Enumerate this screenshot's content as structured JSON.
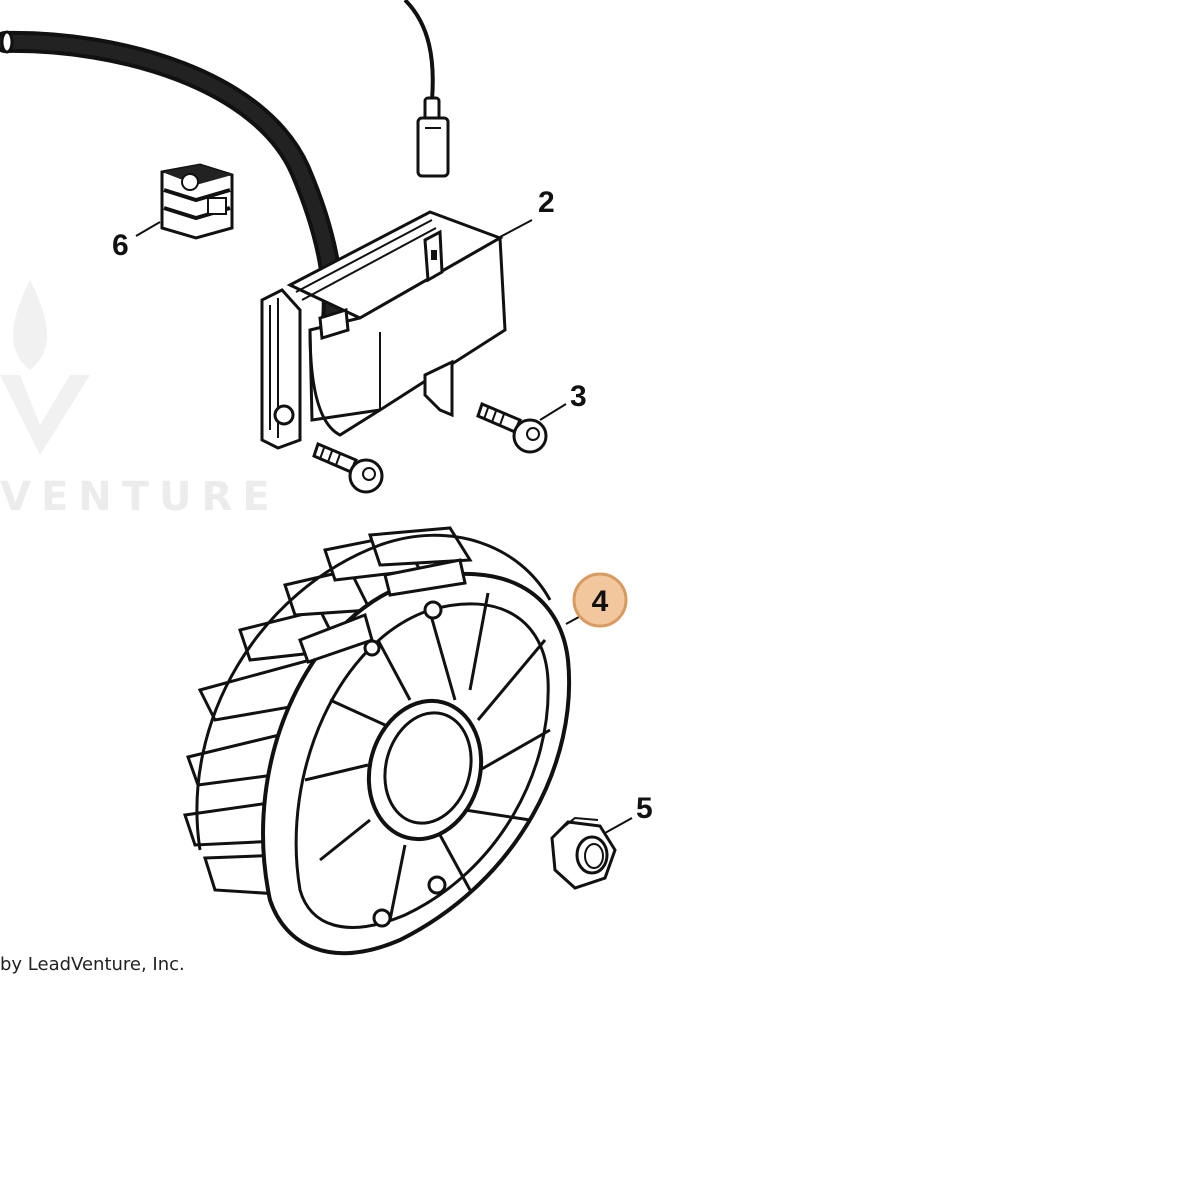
{
  "diagram": {
    "copyright": "by LeadVenture, Inc.",
    "watermark": "VENTURE",
    "callouts": [
      {
        "id": "2",
        "label": "2"
      },
      {
        "id": "3",
        "label": "3"
      },
      {
        "id": "4",
        "label": "4",
        "highlighted": true
      },
      {
        "id": "5",
        "label": "5"
      },
      {
        "id": "6",
        "label": "6"
      }
    ],
    "colors": {
      "highlight_fill": "#f2c79e",
      "highlight_stroke": "#d89a5e",
      "line": "#111111",
      "watermark": "#ececec"
    }
  }
}
